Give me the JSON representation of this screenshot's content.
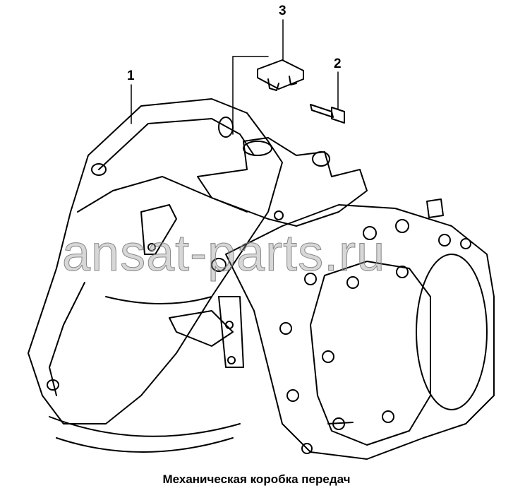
{
  "callouts": {
    "part1": "1",
    "part2": "2",
    "part3": "3"
  },
  "watermark": "ansat-parts.ru",
  "caption": "Механическая коробка передач"
}
